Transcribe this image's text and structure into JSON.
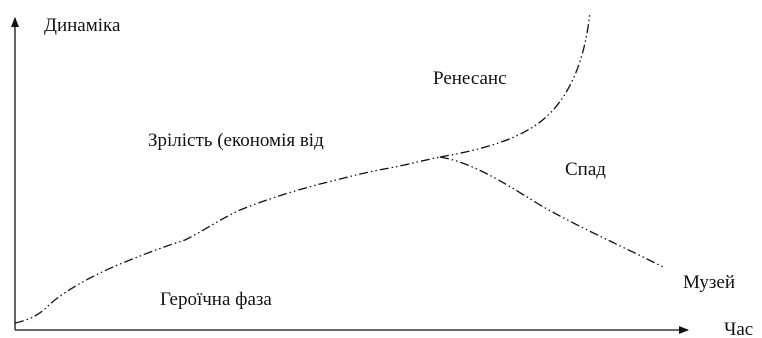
{
  "diagram": {
    "y_axis_label": "Динаміка",
    "x_axis_label": "Час",
    "phases": {
      "heroic": "Героїчна фаза",
      "maturity": "Зрілість (економія від",
      "renaissance": "Ренесанс",
      "decline": "Спад",
      "museum": "Музей"
    },
    "colors": {
      "ink": "#111111",
      "background": "#ffffff"
    }
  }
}
